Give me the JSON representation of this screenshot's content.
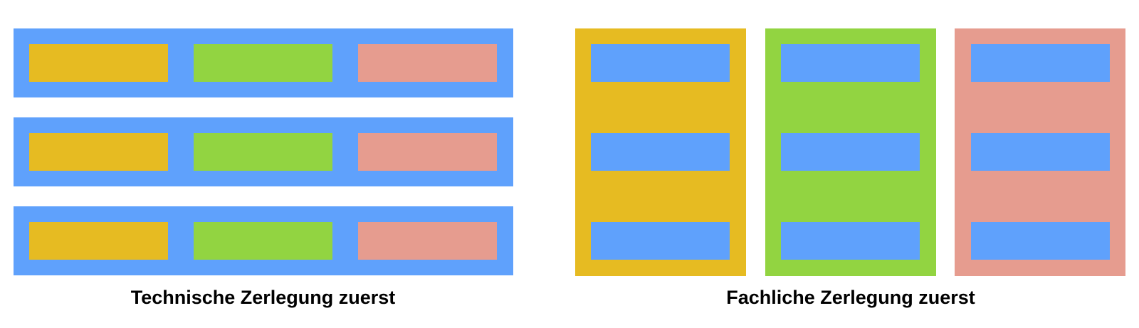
{
  "colors": {
    "technical": "#5fa1fc",
    "domain_a": "#e6bb22",
    "domain_b": "#92d441",
    "domain_c": "#e69c8f"
  },
  "left": {
    "caption": "Technische Zerlegung zuerst",
    "outer_layers": [
      "technical",
      "technical",
      "technical"
    ],
    "inner_modules": [
      "domain_a",
      "domain_b",
      "domain_c"
    ]
  },
  "right": {
    "caption": "Fachliche Zerlegung zuerst",
    "outer_columns": [
      "domain_a",
      "domain_b",
      "domain_c"
    ],
    "inner_modules": [
      "technical",
      "technical",
      "technical"
    ]
  }
}
